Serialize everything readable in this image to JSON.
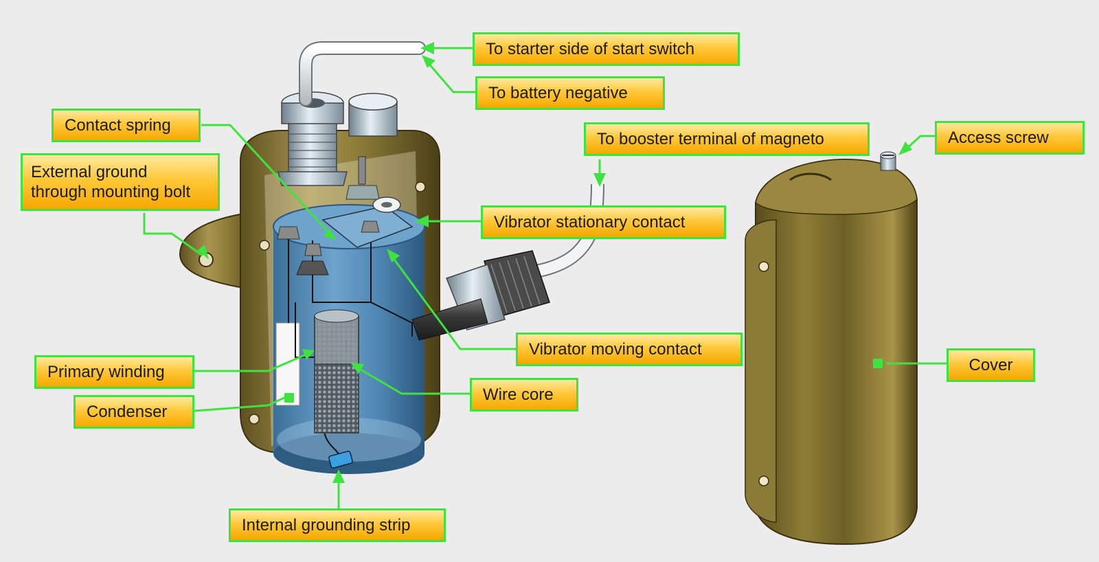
{
  "labels": {
    "starter_side": "To starter side of start switch",
    "battery_negative": "To battery negative",
    "contact_spring": "Contact spring",
    "external_ground_line1": "External ground",
    "external_ground_line2": "through mounting bolt",
    "booster_terminal": "To booster terminal of magneto",
    "access_screw": "Access screw",
    "stationary_contact": "Vibrator stationary contact",
    "moving_contact": "Vibrator moving contact",
    "primary_winding": "Primary winding",
    "wire_core": "Wire core",
    "cover": "Cover",
    "condenser": "Condenser",
    "grounding_strip": "Internal grounding strip"
  },
  "colors": {
    "leader": "#3fe33f",
    "callout_fill": "#ffc83a",
    "housing": "#8a7a35",
    "coil_body": "#5a8fb8",
    "cover": "#7a6a2c",
    "background": "#ececec"
  }
}
